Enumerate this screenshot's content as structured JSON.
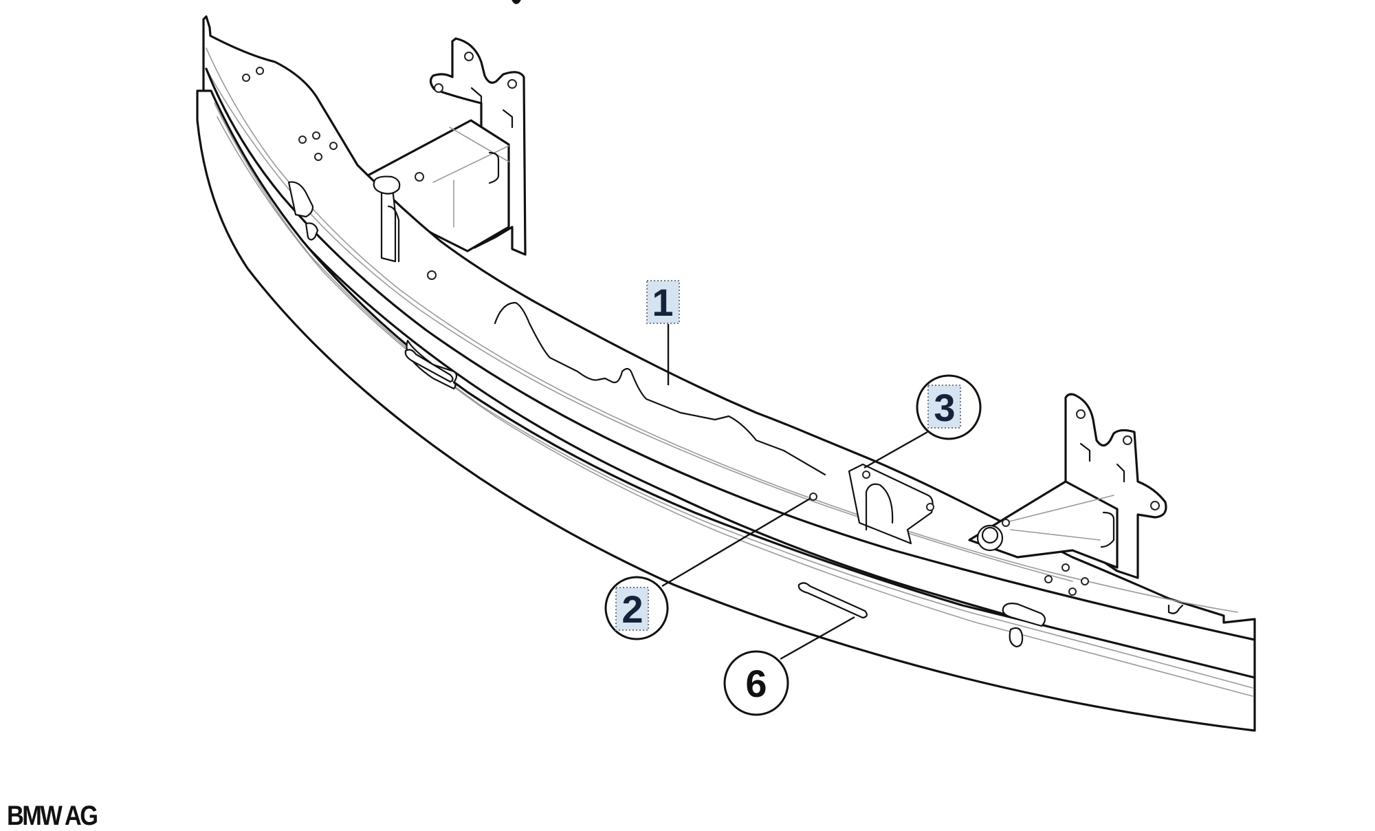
{
  "diagram": {
    "subject": "Front bumper carrier / reinforcement beam with crash-box mounting brackets",
    "colors": {
      "line": "#111111",
      "background": "#ffffff",
      "highlight_fill": "#d6e4f2",
      "highlight_border": "#6b7a8a"
    },
    "callouts": [
      {
        "id": "1",
        "label": "1",
        "style": "box-highlighted"
      },
      {
        "id": "2",
        "label": "2",
        "style": "circle-highlighted"
      },
      {
        "id": "3",
        "label": "3",
        "style": "circle-highlighted"
      },
      {
        "id": "6",
        "label": "6",
        "style": "circle"
      }
    ]
  },
  "footer": {
    "copyright": "BMW AG"
  }
}
